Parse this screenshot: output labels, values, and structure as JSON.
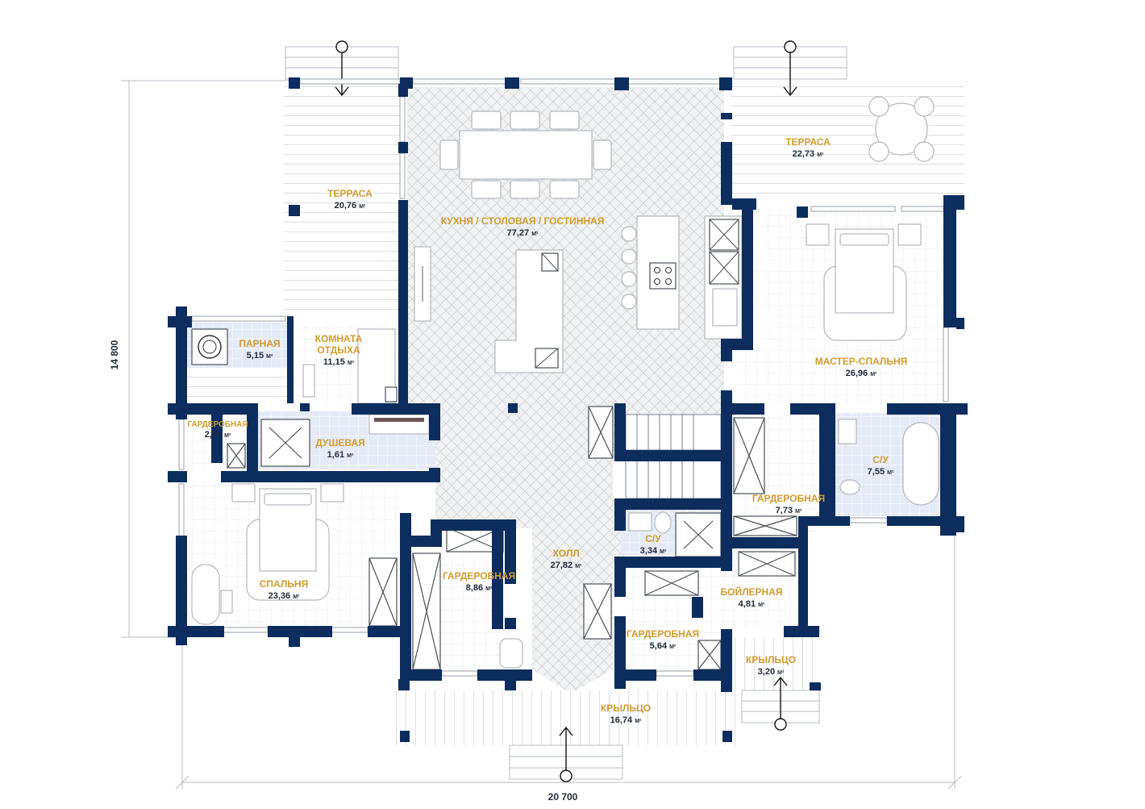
{
  "dimensions": {
    "width_label": "20 700",
    "height_label": "14 800"
  },
  "rooms": {
    "terrace_left": {
      "name": "ТЕРРАСА",
      "area": "20,76",
      "unit": "М²"
    },
    "kitchen": {
      "name": "КУХНЯ / СТОЛОВАЯ / ГОСТИННАЯ",
      "area": "77,27",
      "unit": "М²"
    },
    "terrace_right": {
      "name": "ТЕРРАСА",
      "area": "22,73",
      "unit": "М²"
    },
    "master": {
      "name": "МАСТЕР-СПАЛЬНЯ",
      "area": "26,96",
      "unit": "М²"
    },
    "steam": {
      "name": "ПАРНАЯ",
      "area": "5,15",
      "unit": "М²"
    },
    "rest_line1": "КОМНАТА",
    "rest_line2": "ОТДЫХА",
    "rest_area": {
      "area": "11,15",
      "unit": "М²"
    },
    "wardrobe_left": {
      "name": "ГАРДЕРОБНАЯ",
      "area": "2,40",
      "unit": "М²"
    },
    "shower": {
      "name": "ДУШЕВАЯ",
      "area": "1,61",
      "unit": "М²"
    },
    "bedroom": {
      "name": "СПАЛЬНЯ",
      "area": "23,36",
      "unit": "М²"
    },
    "wardrobe_mid": {
      "name": "ГАРДЕРОБНАЯ",
      "area": "8,86",
      "unit": "М²"
    },
    "hall": {
      "name": "ХОЛЛ",
      "area": "27,82",
      "unit": "М²"
    },
    "wc_small": {
      "name": "С/У",
      "area": "3,34",
      "unit": "М²"
    },
    "wardrobe_right": {
      "name": "ГАРДЕРОБНАЯ",
      "area": "7,73",
      "unit": "М²"
    },
    "wc_master": {
      "name": "С/У",
      "area": "7,55",
      "unit": "М²"
    },
    "boiler": {
      "name": "БОЙЛЕРНАЯ",
      "area": "4,81",
      "unit": "М²"
    },
    "wardrobe_low": {
      "name": "ГАРДЕРОБНАЯ",
      "area": "5,64",
      "unit": "М²"
    },
    "porch_small": {
      "name": "КРЫЛЬЦО",
      "area": "3,20",
      "unit": "М²"
    },
    "porch_main": {
      "name": "КРЫЛЬЦО",
      "area": "16,74",
      "unit": "М²"
    }
  },
  "colors": {
    "wall": "#0c2d5e",
    "label": "#d39c2e",
    "text": "#1f2a3a",
    "tile": "#e4eaf6"
  }
}
